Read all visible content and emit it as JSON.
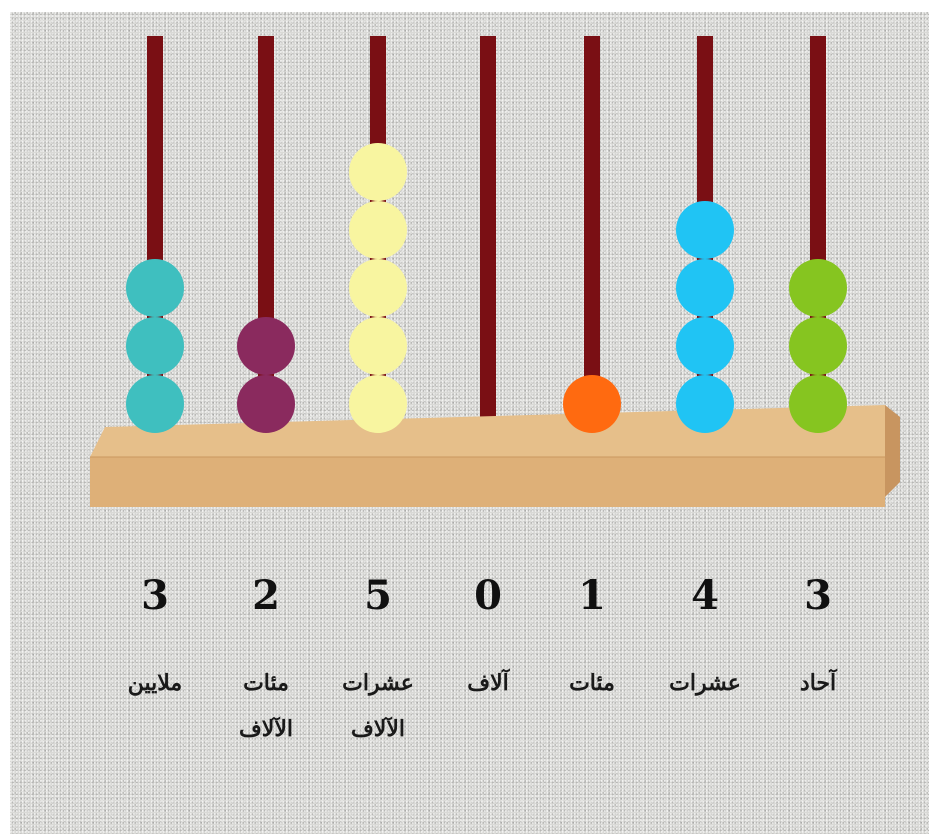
{
  "abacus": {
    "columns": [
      {
        "digit": "3",
        "label": "ملايين",
        "beads": 3,
        "bead_color": "#3fbfbf"
      },
      {
        "digit": "2",
        "label": "مئات الآلاف",
        "beads": 2,
        "bead_color": "#8a2a5e"
      },
      {
        "digit": "5",
        "label": "عشرات الآلاف",
        "beads": 5,
        "bead_color": "#f8f5a0"
      },
      {
        "digit": "0",
        "label": "آلاف",
        "beads": 0,
        "bead_color": ""
      },
      {
        "digit": "1",
        "label": "مئات",
        "beads": 1,
        "bead_color": "#ff6a10"
      },
      {
        "digit": "4",
        "label": "عشرات",
        "beads": 4,
        "bead_color": "#20c4f4"
      },
      {
        "digit": "3",
        "label": "آحاد",
        "beads": 3,
        "bead_color": "#86c520"
      }
    ],
    "rod_color": "#7a0f14",
    "base_color": "#deb078"
  }
}
